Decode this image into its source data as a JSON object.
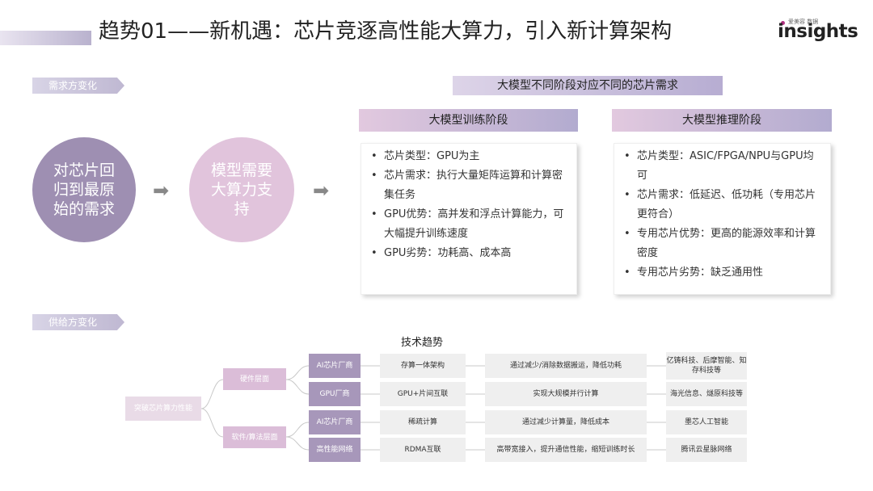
{
  "title": "趋势01——新机遇：芯片竞逐高性能大算力，引入新计算架构",
  "logo": {
    "text": "insights",
    "subtext": "爱美容 数据"
  },
  "demand_tag": "需求方变化",
  "supply_tag": "供给方变化",
  "circles": {
    "left": "对芯片回归到最原始的需求",
    "right": "模型需要大算力支持"
  },
  "main_header": "大模型不同阶段对应不同的芯片需求",
  "training": {
    "header": "大模型训练阶段",
    "items": [
      "芯片类型：GPU为主",
      "芯片需求：执行大量矩阵运算和计算密集任务",
      "GPU优势：高并发和浮点计算能力，可大幅提升训练速度",
      "GPU劣势：功耗高、成本高"
    ]
  },
  "inference": {
    "header": "大模型推理阶段",
    "items": [
      "芯片类型：ASIC/FPGA/NPU与GPU均可",
      "芯片需求：低延迟、低功耗（专用芯片更符合）",
      "专用芯片优势：更高的能源效率和计算密度",
      "专用芯片劣势：缺乏通用性"
    ]
  },
  "tech_trend_title": "技术趋势",
  "tree": {
    "root": "突破芯片算力性能",
    "level1": [
      "硬件层面",
      "软件/算法层面"
    ],
    "rows": [
      {
        "category": "AI芯片厂商",
        "tech": "存算一体架构",
        "effect": "通过减少/消除数据搬运，降低功耗",
        "companies": "亿铸科技、后摩智能、知存科技等"
      },
      {
        "category": "GPU厂商",
        "tech": "GPU+片间互联",
        "effect": "实现大规模并行计算",
        "companies": "海光信息、燧原科技等"
      },
      {
        "category": "AI芯片厂商",
        "tech": "稀疏计算",
        "effect": "通过减少计算量，降低成本",
        "companies": "墨芯人工智能"
      },
      {
        "category": "高性能网络",
        "tech": "RDMA互联",
        "effect": "高带宽接入，提升通信性能，缩短训练时长",
        "companies": "腾讯云星脉网络"
      }
    ]
  }
}
